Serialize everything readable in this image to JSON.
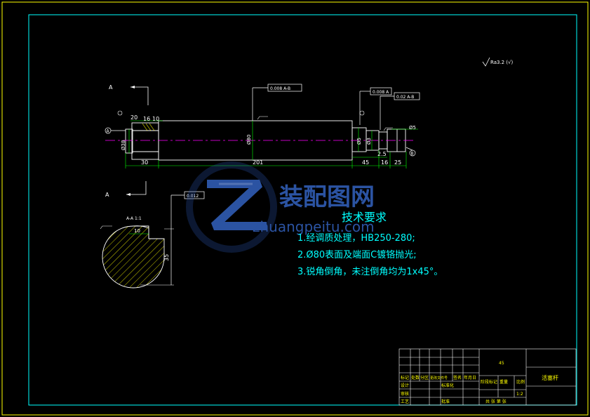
{
  "colors": {
    "background": "#000000",
    "outer_frame": "#ffff00",
    "inner_frame": "#00ffff",
    "part": "#ffffff",
    "dimension": "#00ff00",
    "centerline": "#ff00ff",
    "tech_text": "#00ffff",
    "watermark": "#3a6fd8",
    "title_block": "#ffffff",
    "title_block_text": "#ffff00"
  },
  "views": {
    "section_label_top": "A",
    "section_label_bottom": "A",
    "section_view_title": "A-A 1:1"
  },
  "surface_finish": {
    "symbol": "√",
    "label": "Ra3.2 (√)"
  },
  "geometric_tolerances": {
    "middle_frame": "0.008 A-B",
    "right_frame_1": "0.008 A",
    "right_frame_2": "0.02 A-B"
  },
  "datums": [
    "A",
    "B"
  ],
  "dimensions": {
    "horizontal": [
      "30",
      "201",
      "45",
      "16",
      "25"
    ],
    "top": [
      "20",
      "16",
      "10"
    ],
    "diameters": [
      "Ø38",
      "Ø80",
      "Ø5",
      "Ø3",
      "Ø5"
    ],
    "right_small": "2.5",
    "section_width": "10",
    "section_height": "35",
    "section_frame": "0.012"
  },
  "watermark": {
    "brand_cn": "装配图网",
    "brand_en": "zhuangpeitu.com"
  },
  "tech_requirements": {
    "title": "技术要求",
    "items": [
      "1.经调质处理，HB250-280;",
      "2.Ø80表面及端面C镀铬抛光;",
      "3.锐角倒角，未注倒角均为1x45°。"
    ]
  },
  "title_block": {
    "material": "45",
    "part_name": "活塞杆",
    "row_labels": [
      "标记",
      "处数",
      "分区",
      "更改文件号",
      "签名",
      "年月日"
    ],
    "designer": "设计",
    "standard": "标准化",
    "review": "审核",
    "process": "工艺",
    "approve": "批准",
    "stage_label": "阶段标记",
    "weight_label": "重量",
    "scale_label": "比例",
    "scale_value": "1:2",
    "sheet_info": "共 张  第 张"
  }
}
